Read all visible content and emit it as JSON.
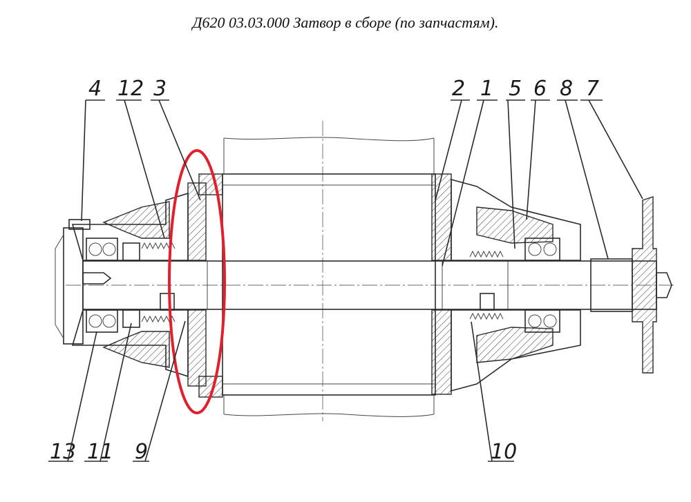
{
  "title": "Д620 03.03.000 Затвор в сборе (по запчастям).",
  "callouts": {
    "c4": "4",
    "c12": "12",
    "c3": "3",
    "c2": "2",
    "c1": "1",
    "c5": "5",
    "c6": "6",
    "c8": "8",
    "c7": "7",
    "c13": "13",
    "c11": "11",
    "c9": "9",
    "c10": "10"
  },
  "colors": {
    "line": "#2a2a2a",
    "highlight": "#e0202c"
  }
}
